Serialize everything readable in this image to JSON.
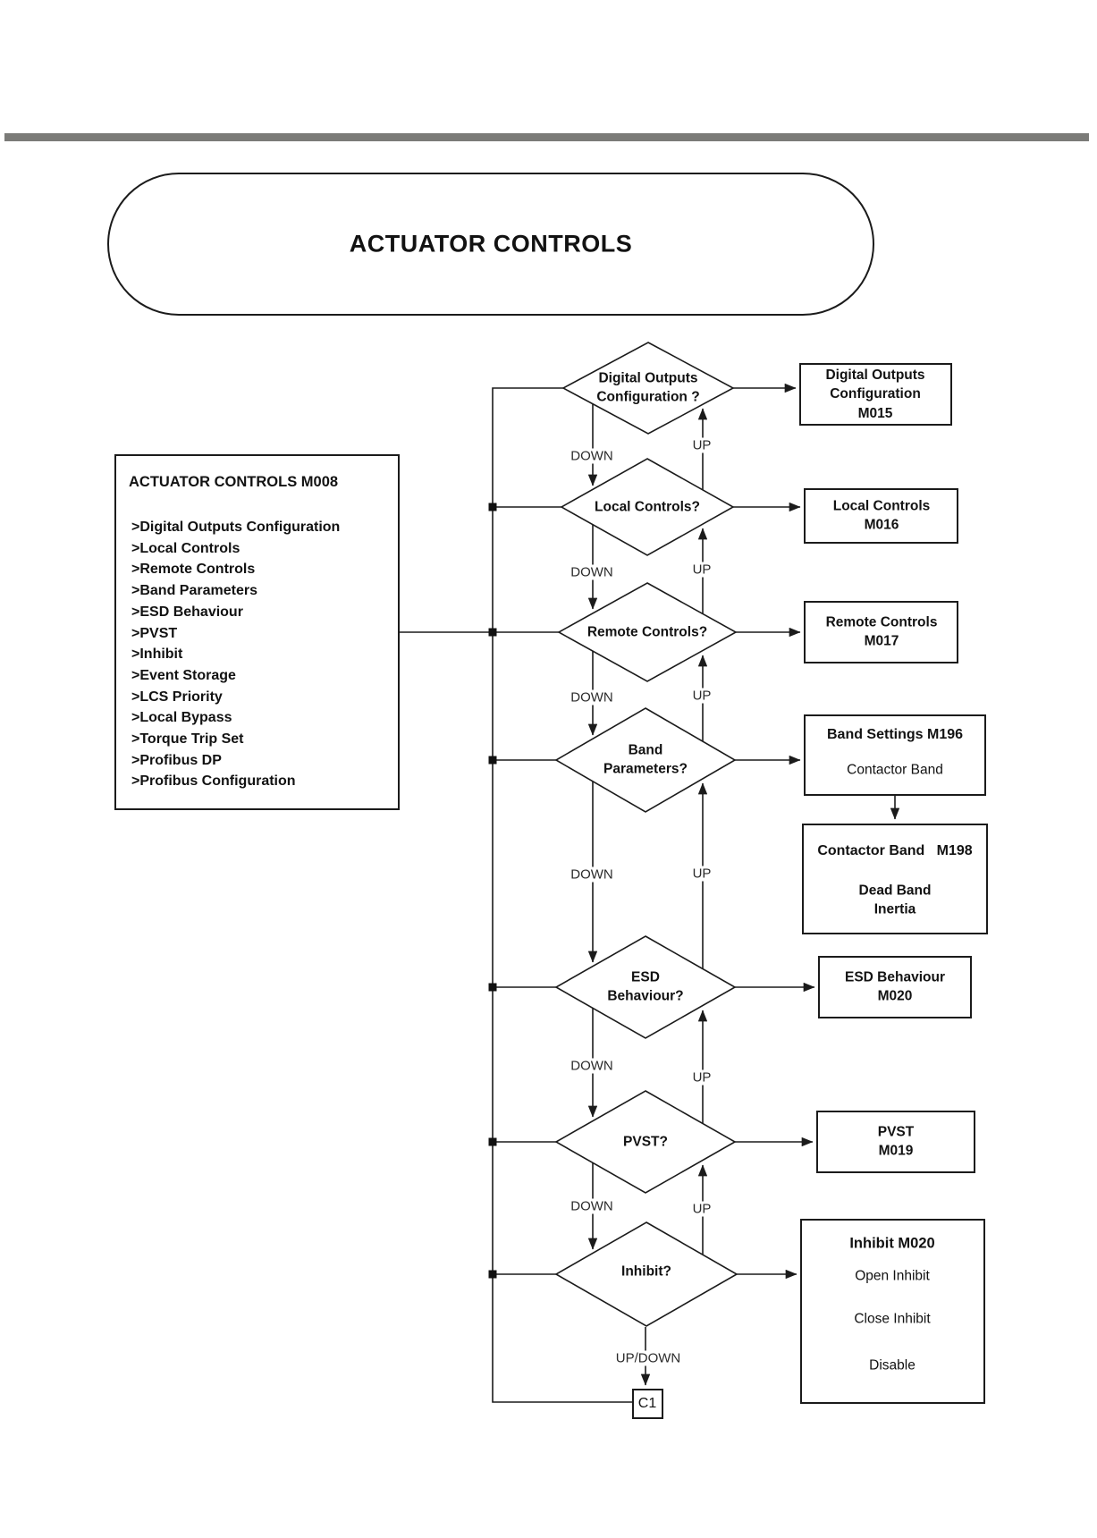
{
  "colors": {
    "divider": "#7b7b78",
    "line": "#1b1b1b",
    "background": "#ffffff"
  },
  "banner": {
    "title": "ACTUATOR CONTROLS"
  },
  "menu": {
    "title": "ACTUATOR CONTROLS M008",
    "items": [
      ">Digital Outputs Configuration",
      ">Local Controls",
      ">Remote Controls",
      ">Band Parameters",
      ">ESD Behaviour",
      ">PVST",
      ">Inhibit",
      ">Event Storage",
      ">LCS Priority",
      ">Local Bypass",
      ">Torque Trip Set",
      ">Profibus DP",
      ">Profibus Configuration"
    ]
  },
  "decisions": [
    "Digital Outputs\nConfiguration ?",
    "Local Controls?",
    "Remote Controls?",
    "Band\nParameters?",
    "ESD\nBehaviour?",
    "PVST?",
    "Inhibit?"
  ],
  "labels": {
    "down": "DOWN",
    "up": "UP",
    "updown": "UP/DOWN"
  },
  "detail_boxes": {
    "digital_outputs": "Digital Outputs\nConfiguration\nM015",
    "local_controls": "Local Controls\nM016",
    "remote_controls": "Remote Controls\nM017",
    "band_settings": {
      "title": "Band Settings M196",
      "item": "Contactor Band"
    },
    "contactor_band": {
      "title": "Contactor Band   M198",
      "items": "Dead Band\nInertia"
    },
    "esd_behaviour": "ESD Behaviour\nM020",
    "pvst": "PVST\nM019",
    "inhibit": {
      "title": "Inhibit M020",
      "items": [
        "Open Inhibit",
        "Close Inhibit",
        "Disable"
      ]
    }
  },
  "connector": {
    "label": "C1"
  }
}
